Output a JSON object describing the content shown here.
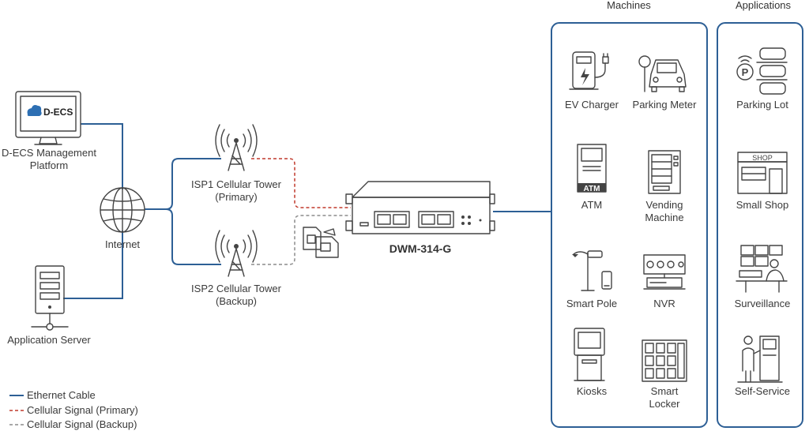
{
  "left": {
    "platform_logo": "D-ECS",
    "platform_label_1": "D-ECS Management",
    "platform_label_2": "Platform",
    "internet_label": "Internet",
    "server_label": "Application Server"
  },
  "towers": {
    "isp1_line1": "ISP1 Cellular Tower",
    "isp1_line2": "(Primary)",
    "isp2_line1": "ISP2 Cellular Tower",
    "isp2_line2": "(Backup)"
  },
  "device": {
    "name": "DWM-314-G"
  },
  "legend": {
    "ethernet": "Ethernet Cable",
    "primary": "Cellular Signal (Primary)",
    "backup": "Cellular Signal (Backup)"
  },
  "machines": {
    "title": "Machines",
    "ev_charger": "EV Charger",
    "parking_meter": "Parking Meter",
    "atm": "ATM",
    "atm_sign": "ATM",
    "vending_1": "Vending",
    "vending_2": "Machine",
    "smart_pole": "Smart Pole",
    "nvr": "NVR",
    "kiosks": "Kiosks",
    "locker_1": "Smart",
    "locker_2": "Locker"
  },
  "applications": {
    "title": "Applications",
    "parking_lot": "Parking Lot",
    "small_shop": "Small Shop",
    "shop_sign": "SHOP",
    "surveillance": "Surveillance",
    "self_service": "Self-Service"
  },
  "colors": {
    "ethernet": "#2d5f95",
    "primary_signal": "#c0392b",
    "backup_signal": "#8c8c8c",
    "panel_border": "#2d5f95",
    "icon": "#444444"
  }
}
